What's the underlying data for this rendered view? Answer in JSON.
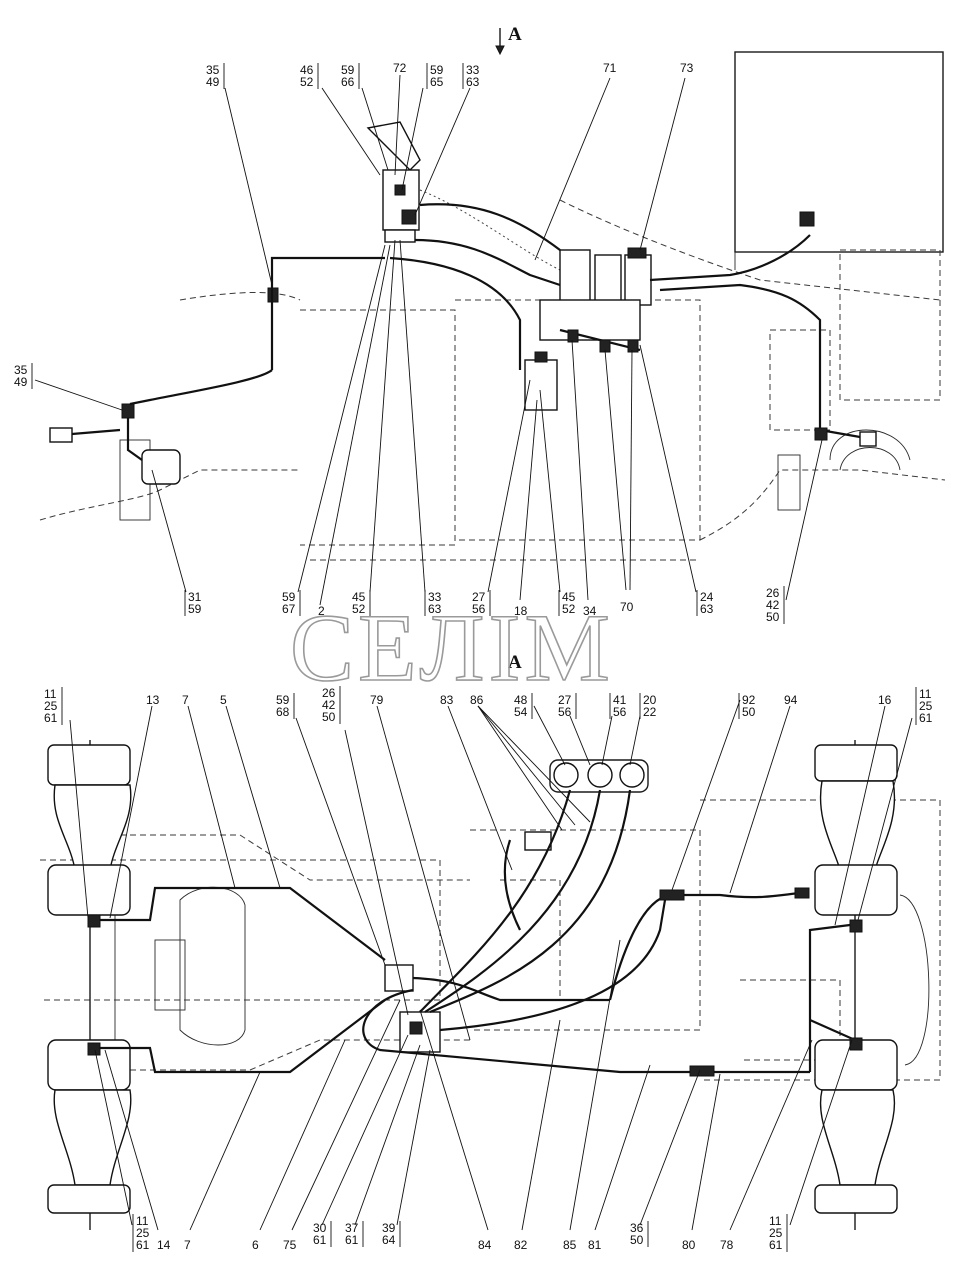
{
  "views": {
    "view_a_marker": "A",
    "plan_view_label": "A"
  },
  "watermark": "СЕЛІМ",
  "top_callouts": [
    {
      "id": "tc-35-49-top",
      "lines": [
        "35",
        "49"
      ]
    },
    {
      "id": "tc-46-52",
      "lines": [
        "46",
        "52"
      ]
    },
    {
      "id": "tc-59-66",
      "lines": [
        "59",
        "66"
      ]
    },
    {
      "id": "tc-72",
      "lines": [
        "72"
      ]
    },
    {
      "id": "tc-59-65",
      "lines": [
        "59",
        "65"
      ]
    },
    {
      "id": "tc-33-63-top",
      "lines": [
        "33",
        "63"
      ]
    },
    {
      "id": "tc-71",
      "lines": [
        "71"
      ]
    },
    {
      "id": "tc-73",
      "lines": [
        "73"
      ]
    },
    {
      "id": "tc-35-49-left",
      "lines": [
        "35",
        "49"
      ]
    },
    {
      "id": "tc-31-59",
      "lines": [
        "31",
        "59"
      ]
    },
    {
      "id": "tc-59-67",
      "lines": [
        "59",
        "67"
      ]
    },
    {
      "id": "tc-2",
      "lines": [
        "2"
      ]
    },
    {
      "id": "tc-45-52-a",
      "lines": [
        "45",
        "52"
      ]
    },
    {
      "id": "tc-33-63-bottom",
      "lines": [
        "33",
        "63"
      ]
    },
    {
      "id": "tc-27-56-top",
      "lines": [
        "27",
        "56"
      ]
    },
    {
      "id": "tc-18",
      "lines": [
        "18"
      ]
    },
    {
      "id": "tc-45-52-b",
      "lines": [
        "45",
        "52"
      ]
    },
    {
      "id": "tc-34",
      "lines": [
        "34"
      ]
    },
    {
      "id": "tc-70",
      "lines": [
        "70"
      ]
    },
    {
      "id": "tc-24-63",
      "lines": [
        "24",
        "63"
      ]
    },
    {
      "id": "tc-26-42-50-right",
      "lines": [
        "26",
        "42",
        "50"
      ]
    }
  ],
  "bottom_callouts": [
    {
      "id": "bc-11-25-61-tl",
      "lines": [
        "11",
        "25",
        "61"
      ]
    },
    {
      "id": "bc-13",
      "lines": [
        "13"
      ]
    },
    {
      "id": "bc-7-top",
      "lines": [
        "7"
      ]
    },
    {
      "id": "bc-5",
      "lines": [
        "5"
      ]
    },
    {
      "id": "bc-59-68",
      "lines": [
        "59",
        "68"
      ]
    },
    {
      "id": "bc-26-42-50",
      "lines": [
        "26",
        "42",
        "50"
      ]
    },
    {
      "id": "bc-79",
      "lines": [
        "79"
      ]
    },
    {
      "id": "bc-83",
      "lines": [
        "83"
      ]
    },
    {
      "id": "bc-86",
      "lines": [
        "86"
      ]
    },
    {
      "id": "bc-48-54",
      "lines": [
        "48",
        "54"
      ]
    },
    {
      "id": "bc-27-56",
      "lines": [
        "27",
        "56"
      ]
    },
    {
      "id": "bc-41-56",
      "lines": [
        "41",
        "56"
      ]
    },
    {
      "id": "bc-20-22",
      "lines": [
        "20",
        "22"
      ]
    },
    {
      "id": "bc-92-50",
      "lines": [
        "92",
        "50"
      ]
    },
    {
      "id": "bc-94",
      "lines": [
        "94"
      ]
    },
    {
      "id": "bc-16",
      "lines": [
        "16"
      ]
    },
    {
      "id": "bc-11-25-61-tr",
      "lines": [
        "11",
        "25",
        "61"
      ]
    },
    {
      "id": "bc-11-25-61-bl",
      "lines": [
        "11",
        "25",
        "61"
      ]
    },
    {
      "id": "bc-14",
      "lines": [
        "14"
      ]
    },
    {
      "id": "bc-7-bottom",
      "lines": [
        "7"
      ]
    },
    {
      "id": "bc-6",
      "lines": [
        "6"
      ]
    },
    {
      "id": "bc-75",
      "lines": [
        "75"
      ]
    },
    {
      "id": "bc-30-61",
      "lines": [
        "30",
        "61"
      ]
    },
    {
      "id": "bc-37-61",
      "lines": [
        "37",
        "61"
      ]
    },
    {
      "id": "bc-39-64",
      "lines": [
        "39",
        "64"
      ]
    },
    {
      "id": "bc-84",
      "lines": [
        "84"
      ]
    },
    {
      "id": "bc-82",
      "lines": [
        "82"
      ]
    },
    {
      "id": "bc-85",
      "lines": [
        "85"
      ]
    },
    {
      "id": "bc-81",
      "lines": [
        "81"
      ]
    },
    {
      "id": "bc-36-50",
      "lines": [
        "36",
        "50"
      ]
    },
    {
      "id": "bc-80",
      "lines": [
        "80"
      ]
    },
    {
      "id": "bc-78",
      "lines": [
        "78"
      ]
    },
    {
      "id": "bc-11-25-61-br",
      "lines": [
        "11",
        "25",
        "61"
      ]
    }
  ]
}
